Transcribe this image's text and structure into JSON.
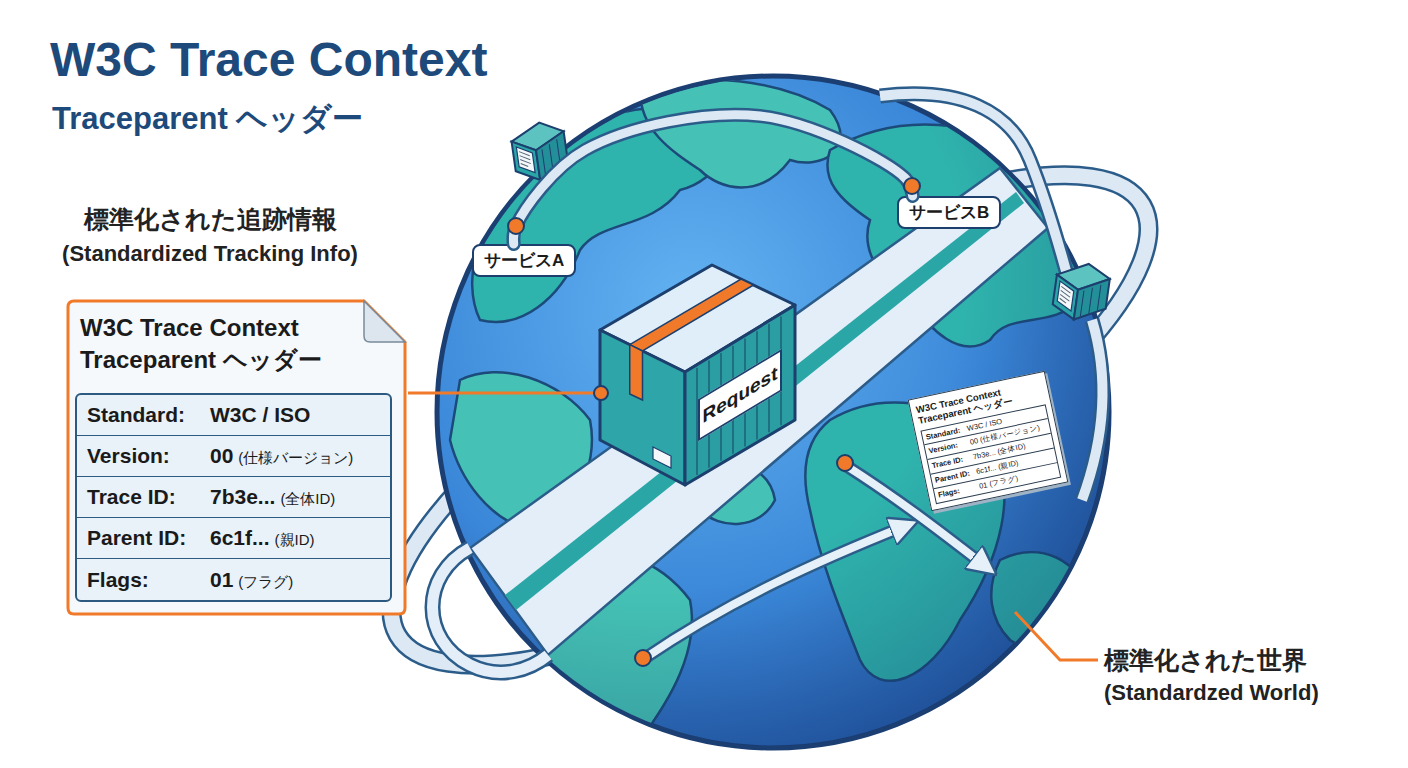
{
  "diagram": {
    "title": "W3C Trace Context",
    "nodes": [
      {
        "text": [
          "サービスA"
        ]
      },
      {
        "text": [
          "サービスB"
        ]
      },
      {
        "text": [
          "W3C Trace Context Traceparent ヘッダー"
        ]
      },
      {
        "text": [
          "Standard:",
          "W3C / ISO",
          "Version:",
          "00",
          "(仕様バージョン)",
          "Trace ID:",
          "7b3e...",
          "(全体ID)",
          "Parent ID:",
          "6c1f...",
          "(親ID)",
          "Flags:",
          "01",
          "(フラグ)"
        ],
        "in": 2
      },
      {
        "text": [
          "Request"
        ]
      },
      {
        "text": [
          "W3C Trace Context Traceparent ヘッダー",
          "Standard:",
          "W3C / ISO",
          "Version:",
          "00 (仕様バージョン)",
          "Trace ID:",
          "7b3e... (全体ID)",
          "Parent ID:",
          "6c1f... (親ID)",
          "Flags:",
          "01 (フラグ)"
        ]
      }
    ],
    "edges": [
      {
        "from": 0,
        "to": 1,
        "arrow": "none"
      },
      {
        "from": 2,
        "to": 4,
        "arrow": "none"
      }
    ],
    "labels": [
      "Traceparent ヘッダー",
      "標準化された追跡情報",
      "(Standardized Tracking Info)",
      "標準化された世界",
      "(Standardzed World)"
    ]
  }
}
